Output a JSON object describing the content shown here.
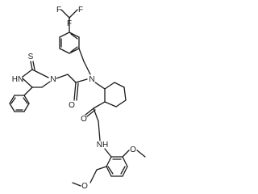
{
  "molecule": {
    "atoms": {
      "F1": "F",
      "F2": "F",
      "F3": "F",
      "S": "S",
      "NH_ring": "HN",
      "N_ring": "N",
      "N_amine": "N",
      "O_acyl": "O",
      "O_amide": "O",
      "NH_amide": "NH",
      "O_methoxy1": "O",
      "O_methoxy2": "O"
    },
    "colors": {
      "bond": "#1a1a1a",
      "label": "#1a1a1a",
      "background": "#ffffff"
    }
  }
}
